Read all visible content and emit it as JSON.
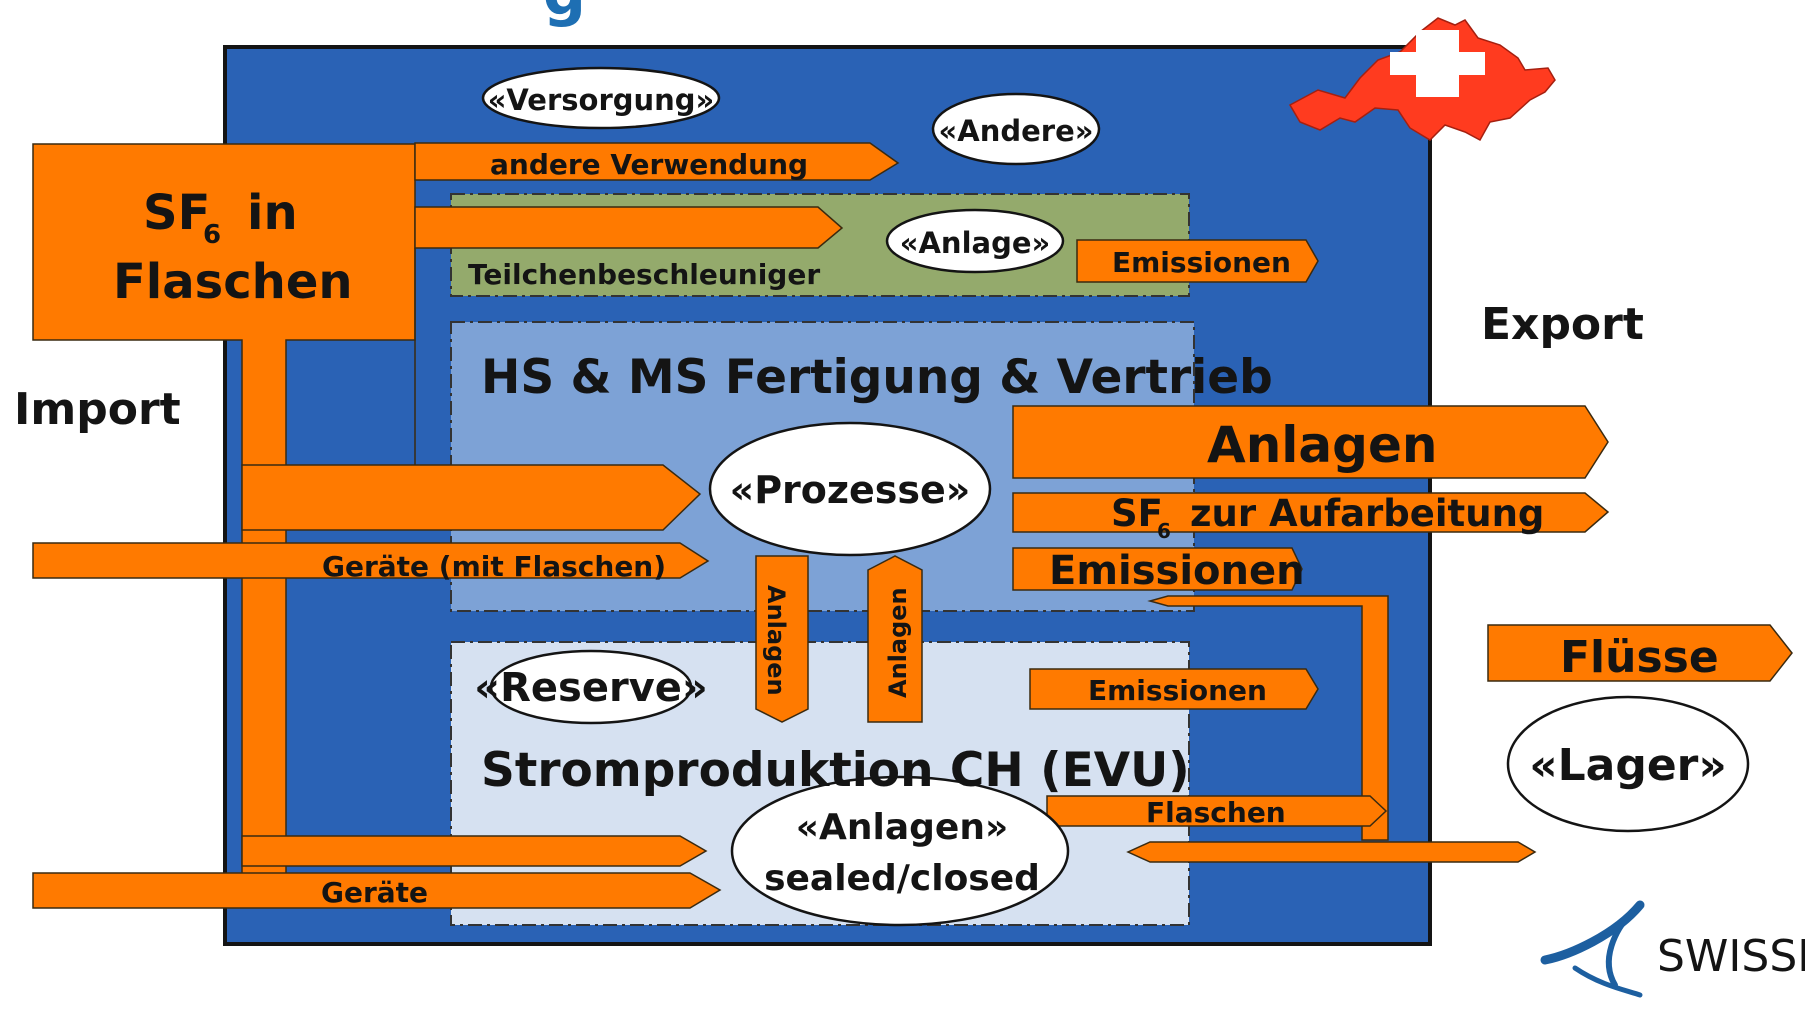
{
  "title_fragment": "g",
  "labels": {
    "import": "Import",
    "export": "Export",
    "sf6_in_flaschen_line1_prefix": "SF",
    "sf6_sub": "6",
    "sf6_in_flaschen_line1_suffix": "in",
    "sf6_in_flaschen_line2": "Flaschen",
    "andere_verwendung": "andere Verwendung",
    "teilchenbeschleuniger": "Teilchenbeschleuniger",
    "hs_ms": "HS & MS Fertigung & Vertrieb",
    "stromproduktion": "Stromproduktion CH (EVU)",
    "geraete_mit_flaschen": "Geräte (mit Flaschen)",
    "geraete": "Geräte",
    "anlagen_vertical": "Anlagen",
    "emissionen": "Emissionen",
    "flaschen": "Flaschen",
    "export_anlagen": "Anlagen",
    "sf6_aufarbeitung_prefix": "SF",
    "sf6_aufarbeitung_suffix": "zur Aufarbeitung",
    "fluesse": "Flüsse",
    "logo_text": "SWISSE"
  },
  "ovals": {
    "versorgung": "«Versorgung»",
    "andere": "«Andere»",
    "anlage": "«Anlage»",
    "prozesse": "«Prozesse»",
    "reserve": "«Reserve»",
    "anlagen_line1": "«Anlagen»",
    "anlagen_line2": "sealed/closed",
    "lager": "«Lager»"
  },
  "colors": {
    "flow": "#ff7a00",
    "system_box": "#2a62b5",
    "zone_teilchen": "#94aa6c",
    "zone_hs_ms": "#7da2d6",
    "zone_strom": "#d6e1f1",
    "swiss_red": "#ff3b1f"
  }
}
